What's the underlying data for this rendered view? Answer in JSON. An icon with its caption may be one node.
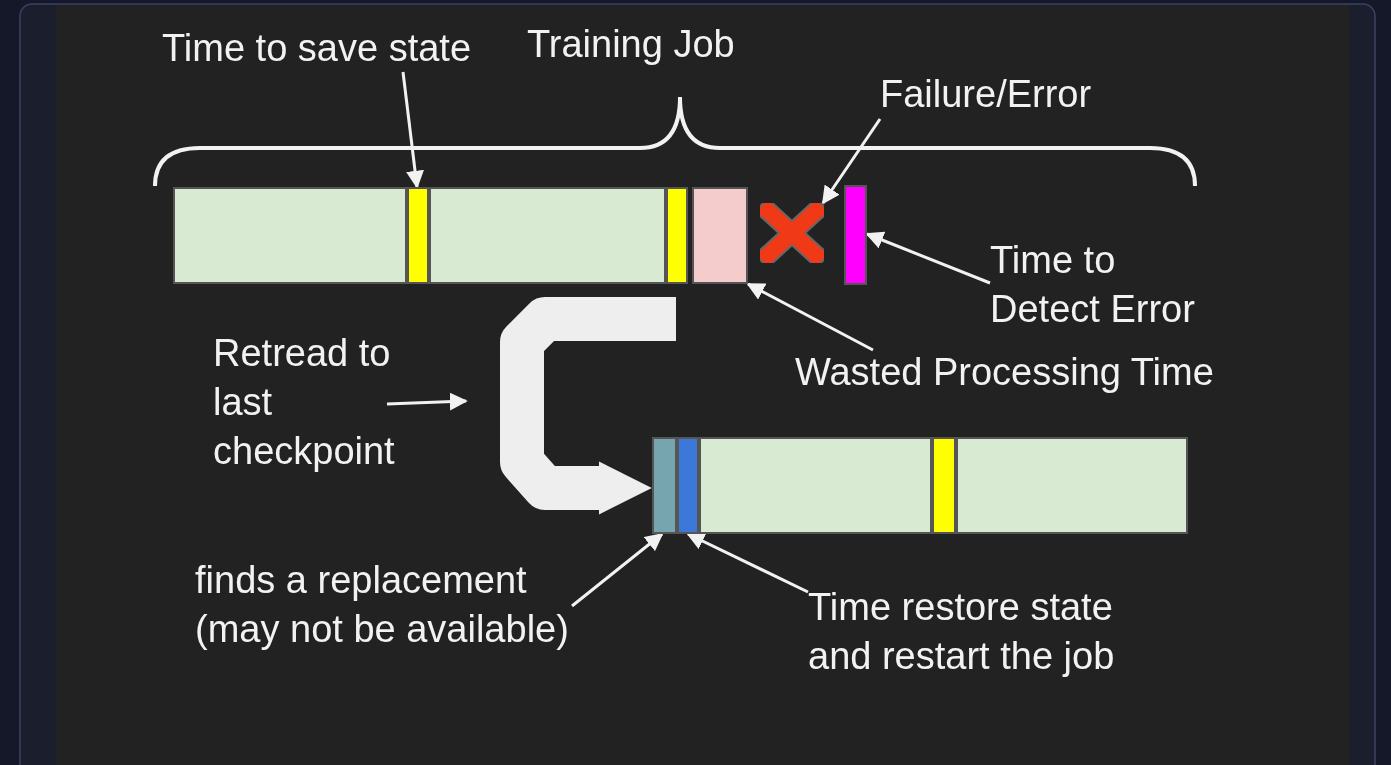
{
  "diagram": {
    "nodes": [
      {
        "text": [],
        "shape": "bar"
      },
      {
        "text": [],
        "shape": "bar"
      },
      {
        "text": [],
        "shape": "bar"
      },
      {
        "text": [],
        "shape": "bar"
      },
      {
        "text": [],
        "shape": "bar"
      },
      {
        "text": [],
        "shape": "cross"
      },
      {
        "text": [],
        "shape": "bar"
      },
      {
        "text": [],
        "shape": "bar"
      },
      {
        "text": [],
        "shape": "bar"
      },
      {
        "text": [],
        "shape": "bar"
      },
      {
        "text": [],
        "shape": "bar"
      },
      {
        "text": [],
        "shape": "bar"
      },
      {
        "text": [
          "Time to save state"
        ]
      },
      {
        "text": [
          "Failure/Error"
        ]
      },
      {
        "text": [
          "Time to Detect Error"
        ]
      },
      {
        "text": [
          "Wasted Processing Time"
        ]
      },
      {
        "text": [
          "Retread to last checkpoint"
        ]
      },
      {
        "text": [
          "finds a replacement (may not be available)"
        ]
      },
      {
        "text": [
          "Time restore state and restart the job"
        ]
      }
    ],
    "edges": [
      {
        "from": 12,
        "to": 1,
        "arrow": "to"
      },
      {
        "from": 13,
        "to": 5,
        "arrow": "to"
      },
      {
        "from": 14,
        "to": 6,
        "arrow": "to"
      },
      {
        "from": 15,
        "to": 4,
        "arrow": "to"
      },
      {
        "from": 16,
        "to": null,
        "arrow": "to"
      },
      {
        "from": 17,
        "to": 7,
        "arrow": "to"
      },
      {
        "from": 18,
        "to": 8,
        "arrow": "to"
      },
      {
        "from": null,
        "to": 7,
        "arrow": "to",
        "style": "thick"
      }
    ],
    "labels": [
      "Training Job"
    ]
  }
}
